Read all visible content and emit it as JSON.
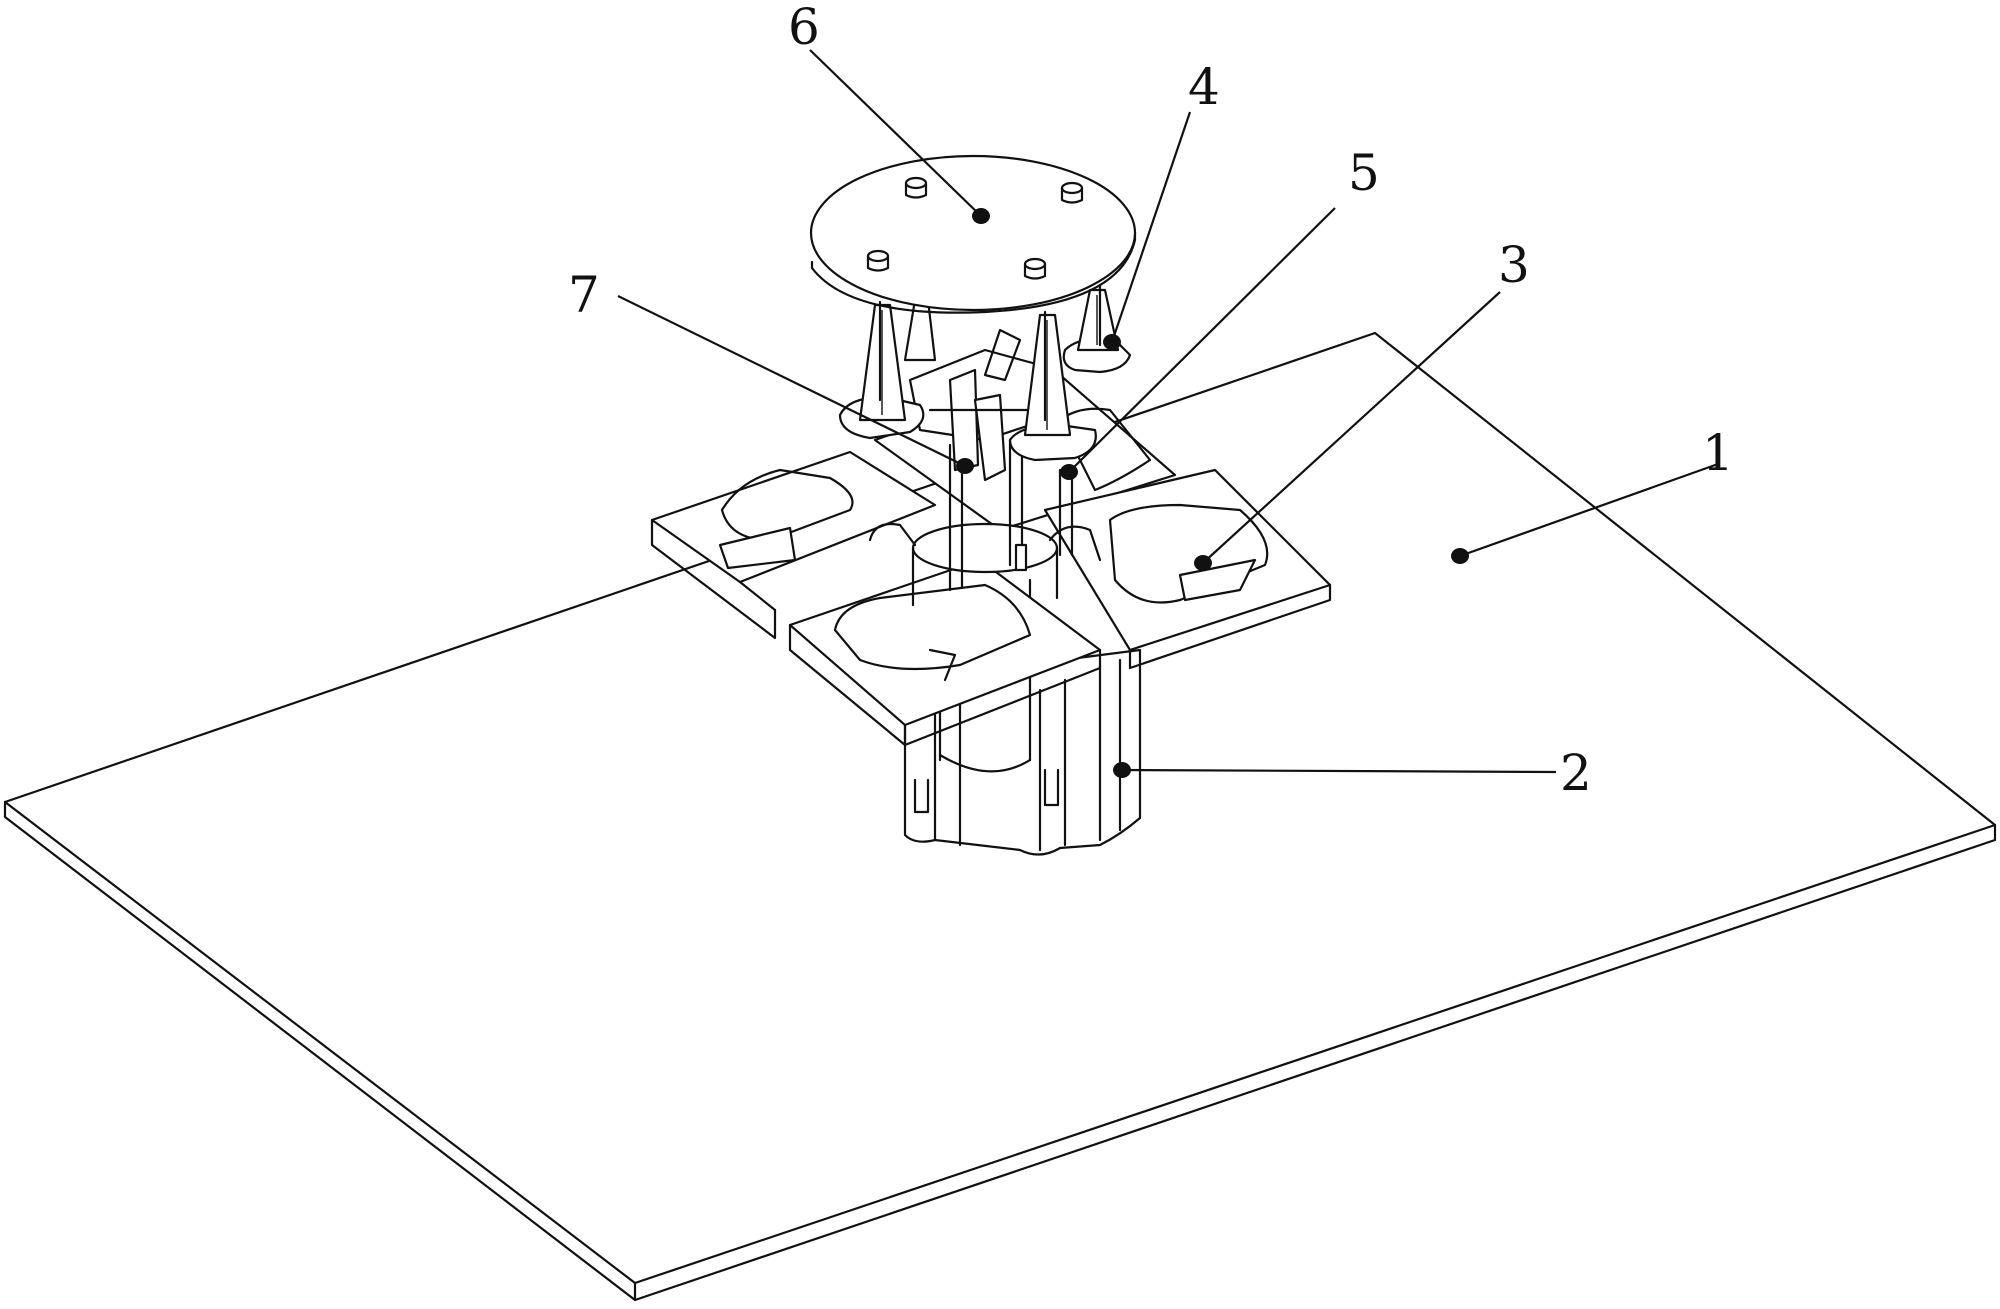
{
  "figure": {
    "colors": {
      "line": "#111111",
      "background": "#ffffff"
    },
    "callouts": [
      {
        "id": "c1",
        "label": "1"
      },
      {
        "id": "c2",
        "label": "2"
      },
      {
        "id": "c3",
        "label": "3"
      },
      {
        "id": "c4",
        "label": "4"
      },
      {
        "id": "c5",
        "label": "5"
      },
      {
        "id": "c6",
        "label": "6"
      },
      {
        "id": "c7",
        "label": "7"
      }
    ]
  }
}
